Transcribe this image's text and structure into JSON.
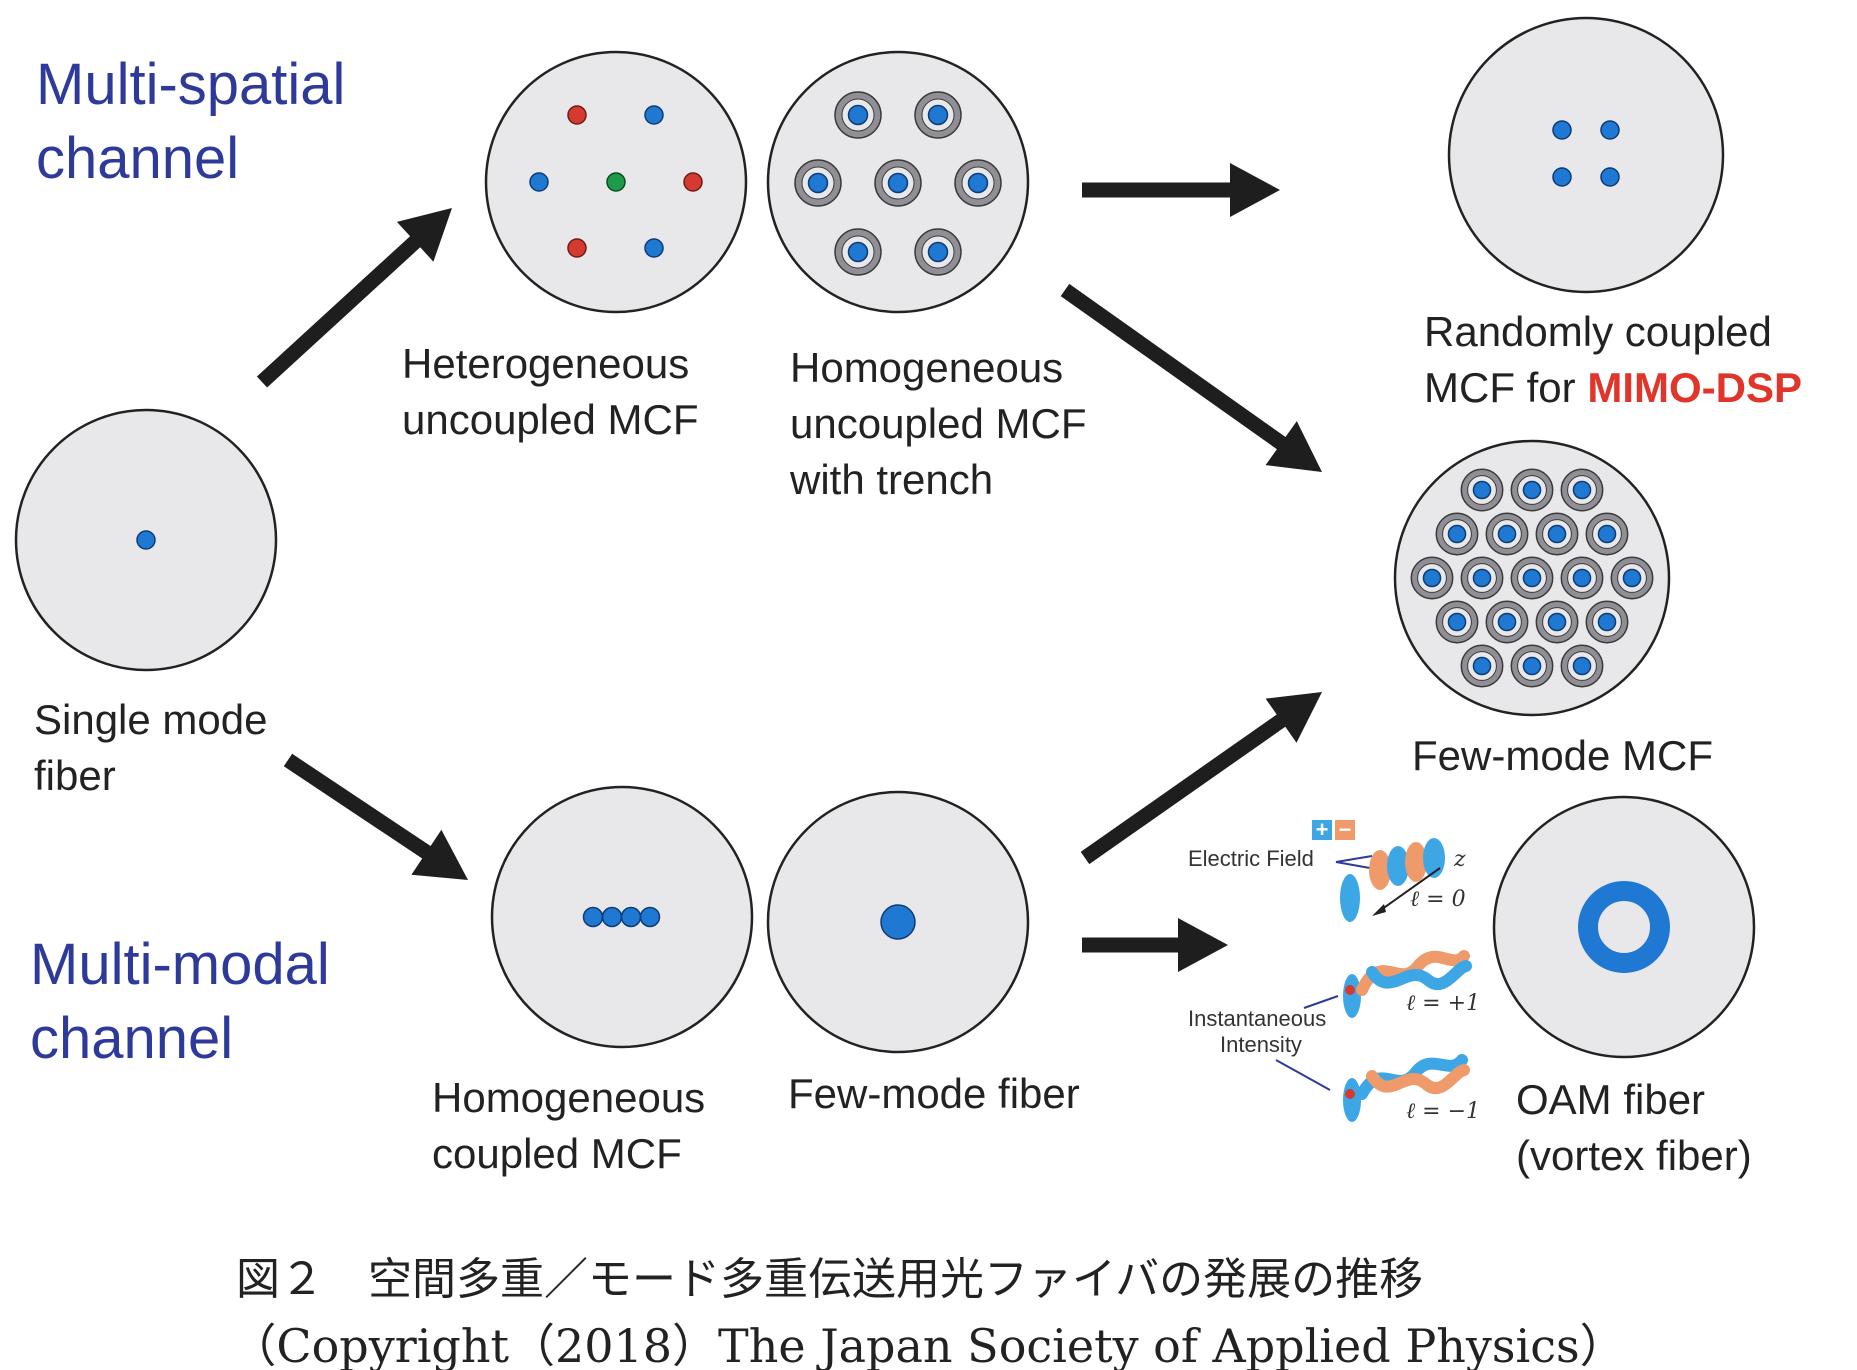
{
  "headings": {
    "multi_spatial": [
      "Multi-spatial",
      "channel"
    ],
    "multi_modal": [
      "Multi-modal",
      "channel"
    ]
  },
  "fibers": {
    "single_mode": [
      "Single mode",
      "fiber"
    ],
    "heterogeneous": [
      "Heterogeneous",
      "uncoupled MCF"
    ],
    "homogeneous_trench": [
      "Homogeneous",
      "uncoupled MCF",
      "with trench"
    ],
    "randomly_coupled": {
      "line1": "Randomly coupled",
      "line2_prefix": "MCF for ",
      "line2_highlight": "MIMO-DSP"
    },
    "few_mode_mcf": [
      "Few-mode MCF"
    ],
    "homogeneous_coupled": [
      "Homogeneous",
      "coupled MCF"
    ],
    "few_mode_fiber": [
      "Few-mode fiber"
    ],
    "oam": [
      "OAM fiber",
      "(vortex fiber)"
    ]
  },
  "oam_inset": {
    "plus": "+",
    "minus": "−",
    "electric_field": "Electric Field",
    "z_axis": "z",
    "l0": "ℓ = 0",
    "l_plus1": "ℓ = +1",
    "l_minus1": "ℓ = −1",
    "instantaneous": "Instantaneous",
    "intensity": "Intensity"
  },
  "caption": {
    "line1": "図２　空間多重／モード多重伝送用光ファイバの発展の推移",
    "line2": "（Copyright（2018）The Japan Society of Applied Physics）"
  },
  "colors": {
    "heading": "#2e3a9a",
    "core_blue": "#1f78d1",
    "core_red": "#d43a2f",
    "core_green": "#1f9a4a",
    "highlight_red": "#e0352b",
    "plus_blue": "#3da7e6",
    "minus_orange": "#ee9a6a"
  }
}
